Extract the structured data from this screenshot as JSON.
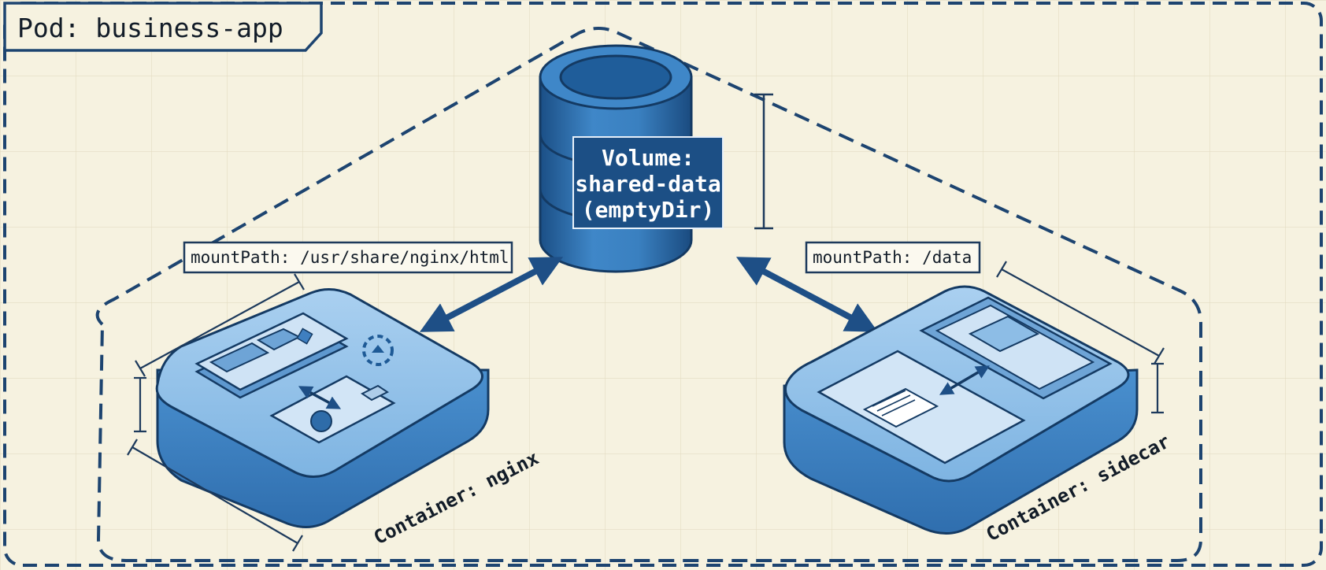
{
  "pod": {
    "title": "Pod: business-app"
  },
  "volume": {
    "line1": "Volume:",
    "line2": "shared-data",
    "line3": "(emptyDir)"
  },
  "mounts": {
    "nginx": "mountPath: /usr/share/nginx/html",
    "sidecar": "mountPath: /data"
  },
  "containers": {
    "nginx": "Container: nginx",
    "sidecar": "Container: sidecar"
  },
  "colors": {
    "background": "#f6f2e0",
    "border": "#1d4470",
    "blue_dark": "#1e5a96",
    "blue_mid": "#3d86c6",
    "blue_light": "#8dbde6",
    "text": "#121c28"
  }
}
